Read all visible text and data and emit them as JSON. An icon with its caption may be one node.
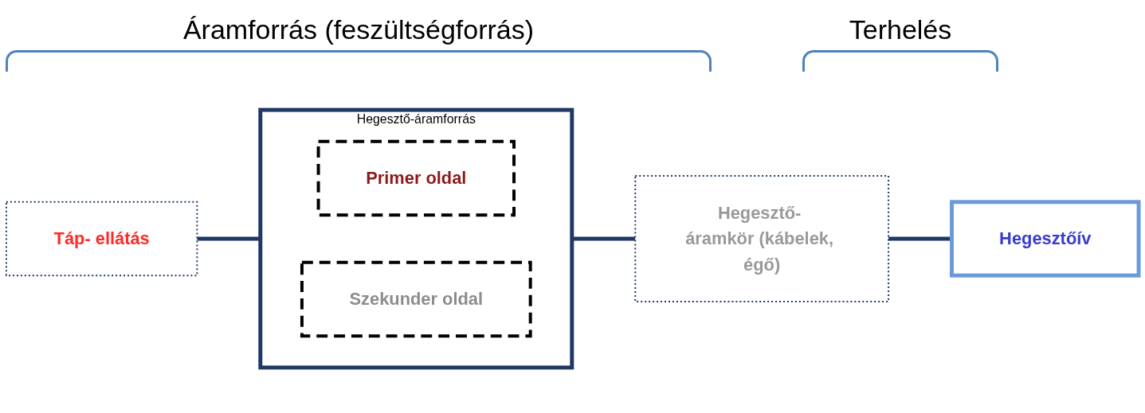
{
  "diagram": {
    "nodes": [
      {
        "text": [
          "Táp- ellátás"
        ]
      },
      {
        "text": [
          "Hegesztő-áramforrás"
        ]
      },
      {
        "text": [
          "Primer oldal"
        ],
        "in": 1
      },
      {
        "text": [
          "Szekunder oldal"
        ],
        "in": 1
      },
      {
        "text": [
          "Hegesztő- áramkör (kábelek, égő)"
        ]
      },
      {
        "text": [
          "Hegesztőív"
        ]
      }
    ],
    "edges": [
      {
        "from": 0,
        "to": 1,
        "arrow": "none"
      },
      {
        "from": 1,
        "to": 4,
        "arrow": "none"
      },
      {
        "from": 4,
        "to": 5,
        "arrow": "none"
      }
    ],
    "labels": [
      "Áramforrás (feszültségforrás)",
      "Terhelés"
    ]
  }
}
